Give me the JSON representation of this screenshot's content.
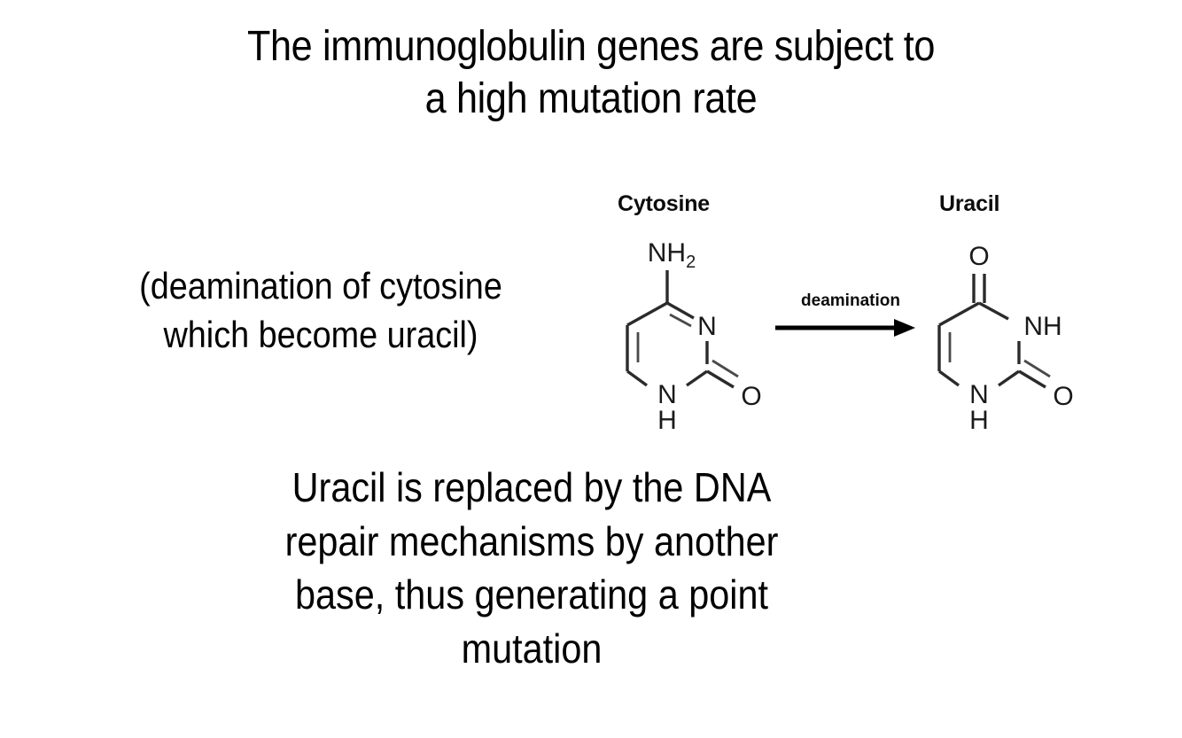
{
  "slide": {
    "background_color": "#ffffff",
    "text_color": "#000000",
    "title": {
      "line1": "The immunoglobulin genes are subject to",
      "line2": "a high mutation rate"
    },
    "paren_note": {
      "line1": "(deamination of cytosine",
      "line2": "which become uracil)"
    },
    "closing_note": {
      "line1": "Uracil is replaced by the DNA",
      "line2": "repair mechanisms by another",
      "line3": "base, thus generating a point",
      "line4": "mutation"
    }
  },
  "reaction": {
    "reactant": {
      "name": "Cytosine",
      "atoms": {
        "amine": "NH",
        "amine_subscript": "2",
        "ring_n3": "N",
        "ring_n1": "N",
        "ring_n1_h": "H",
        "carbonyl_o": "O"
      }
    },
    "product": {
      "name": "Uracil",
      "atoms": {
        "top_carbonyl_o": "O",
        "ring_nh": "NH",
        "ring_n1": "N",
        "ring_n1_h": "H",
        "carbonyl_o": "O"
      }
    },
    "arrow": {
      "label": "deamination",
      "direction": "left-to-right"
    },
    "bond_color": "#2b2b2b",
    "arrow_color": "#000000"
  }
}
